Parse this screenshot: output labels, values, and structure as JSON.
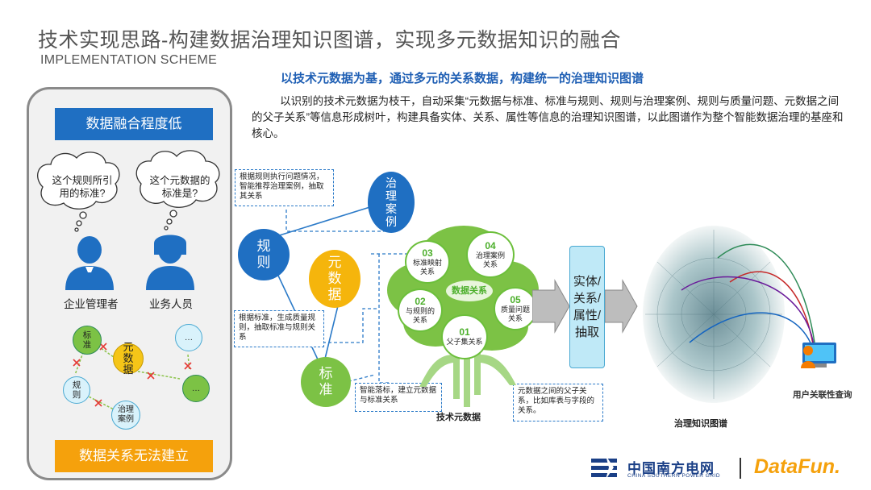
{
  "header": {
    "title": "技术实现思路-构建数据治理知识图谱，实现多元数据知识的融合",
    "subtitle": "IMPLEMENTATION SCHEME"
  },
  "intro": {
    "headline": "以技术元数据为基，通过多元的关系数据，构建统一的治理知识图谱",
    "paragraph": "以识别的技术元数据为枝干，自动采集“元数据与标准、标准与规则、规则与治理案例、规则与质量问题、元数据之间的父子关系”等信息形成树叶，构建具备实体、关系、属性等信息的治理知识图谱，以此图谱作为整个智能数据治理的基座和核心。"
  },
  "left_panel": {
    "top_label": "数据融合程度低",
    "bottom_label": "数据关系无法建立",
    "bubble_left": "这个规则所引用的标准?",
    "bubble_right": "这个元数据的标准是?",
    "person_left": "企业管理者",
    "person_right": "业务人员",
    "nodes": {
      "standard": "标准",
      "meta": "元数据",
      "rule": "规则",
      "case": "治理案例",
      "dots1": "…",
      "dots2": "…"
    }
  },
  "center": {
    "rule": "规则",
    "meta": "元数据",
    "standard": "标准",
    "case": "治理案例",
    "note_case": "根据规则执行问题情况，智能推荐治理案例，抽取其关系",
    "note_rule": "根据标准，生成质量规则，抽取标准与规则关系",
    "note_standard": "智能落标，建立元数据与标准关系",
    "note_parent": "元数据之间的父子关系，比如库表与字段的关系。"
  },
  "tree": {
    "center_label": "数据关系",
    "caption": "技术元数据",
    "leaves": [
      {
        "num": "03",
        "label": "标准映射关系"
      },
      {
        "num": "04",
        "label": "治理案例关系"
      },
      {
        "num": "02",
        "label": "与规则的关系"
      },
      {
        "num": "05",
        "label": "质量问题关系"
      },
      {
        "num": "01",
        "label": "父子集关系"
      }
    ]
  },
  "extract_box": "实体/关系/属性/抽取",
  "graph": {
    "caption": "治理知识图谱",
    "user_caption": "用户关联性查询"
  },
  "logos": {
    "csg_cn": "中国南方电网",
    "csg_en": "CHINA SOUTHERN POWER GRID",
    "datafun": "DataFun."
  },
  "colors": {
    "blue": "#1f6fc2",
    "orange": "#f5a10c",
    "green": "#6cbf3b",
    "cyan": "#bfe9f7"
  }
}
